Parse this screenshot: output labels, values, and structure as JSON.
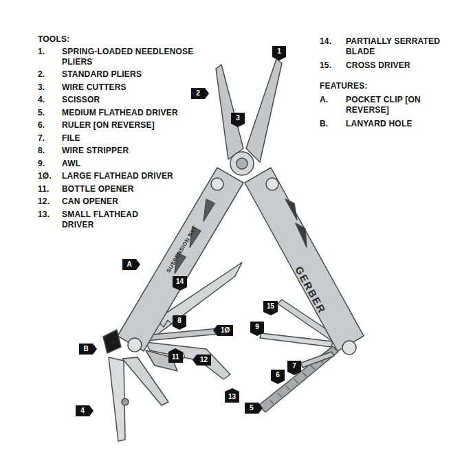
{
  "diagram": {
    "nodes": [
      {
        "text": [
          "1"
        ]
      },
      {
        "text": [
          "2"
        ]
      },
      {
        "text": [
          "3"
        ]
      },
      {
        "text": [
          "A"
        ]
      },
      {
        "text": [
          "14"
        ]
      },
      {
        "text": [
          "15"
        ]
      },
      {
        "text": [
          "8"
        ]
      },
      {
        "text": [
          "1Ø"
        ]
      },
      {
        "text": [
          "9"
        ]
      },
      {
        "text": [
          "B"
        ]
      },
      {
        "text": [
          "11"
        ]
      },
      {
        "text": [
          "12"
        ]
      },
      {
        "text": [
          "7"
        ]
      },
      {
        "text": [
          "6"
        ]
      },
      {
        "text": [
          "13"
        ]
      },
      {
        "text": [
          "5"
        ]
      },
      {
        "text": [
          "4"
        ]
      }
    ],
    "labels": [
      "TOOLS:",
      "1.",
      "SPRING-LOADED NEEDLENOSE PLIERS",
      "2.",
      "STANDARD PLIERS",
      "3.",
      "WIRE CUTTERS",
      "4.",
      "SCISSOR",
      "5.",
      "MEDIUM FLATHEAD DRIVER",
      "6.",
      "RULER [ON REVERSE]",
      "7.",
      "FILE",
      "8.",
      "WIRE STRIPPER",
      "9.",
      "AWL",
      "1Ø.",
      "LARGE FLATHEAD DRIVER",
      "11.",
      "BOTTLE OPENER",
      "12.",
      "CAN OPENER",
      "13.",
      "SMALL FLATHEAD DRIVER",
      "14.",
      "PARTIALLY SERRATED BLADE",
      "15.",
      "CROSS DRIVER",
      "FEATURES:",
      "A.",
      "POCKET CLIP [ON REVERSE]",
      "B.",
      "LANYARD HOLE",
      "GERBER",
      "SUSPENSION NXT"
    ]
  }
}
